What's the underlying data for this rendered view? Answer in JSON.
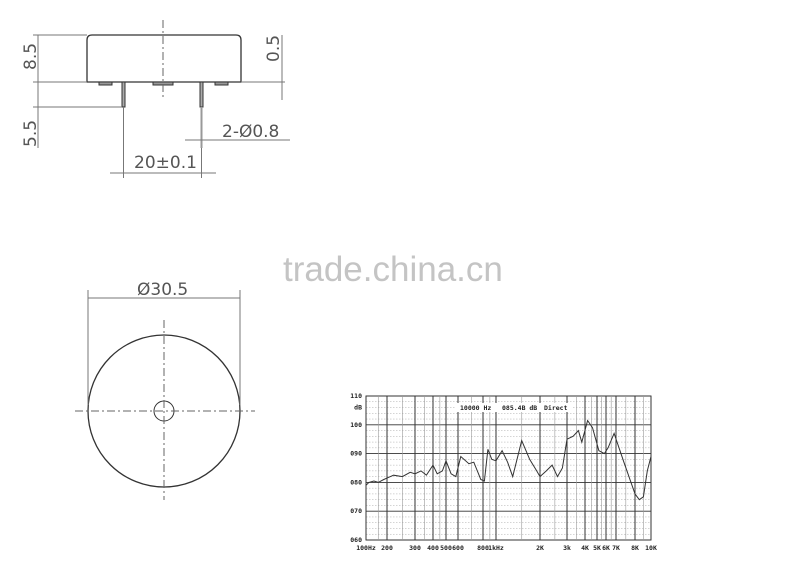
{
  "drawing": {
    "height_label": "8.5",
    "pin_length_label": "5.5",
    "pad_label": "0.5",
    "pin_diameter_label": "2-Ø0.8",
    "pin_pitch_label": "20±0.1",
    "diameter_label": "Ø30.5"
  },
  "watermark": "trade.china.cn",
  "chart_data": {
    "type": "line",
    "header": {
      "freq": "10000 Hz",
      "level": "085.4B dB",
      "mode": "Direct"
    },
    "ylabel": "dB",
    "ylim": [
      60,
      110
    ],
    "y_ticks": [
      "060",
      "070",
      "080",
      "090",
      "100",
      "110"
    ],
    "x_scale": "log",
    "xlim": [
      100,
      10000
    ],
    "x_ticks": [
      {
        "value": 100,
        "label": "100Hz"
      },
      {
        "value": 200,
        "label": "200"
      },
      {
        "value": 300,
        "label": "300"
      },
      {
        "value": 400,
        "label": "400"
      },
      {
        "value": 500,
        "label": "500"
      },
      {
        "value": 600,
        "label": "600"
      },
      {
        "value": 800,
        "label": "800"
      },
      {
        "value": 1000,
        "label": "1kHz"
      },
      {
        "value": 2000,
        "label": "2K"
      },
      {
        "value": 3000,
        "label": "3k"
      },
      {
        "value": 4000,
        "label": "4K"
      },
      {
        "value": 5000,
        "label": "5K"
      },
      {
        "value": 6000,
        "label": "6K"
      },
      {
        "value": 7000,
        "label": "7K"
      },
      {
        "value": 8000,
        "label": "8K"
      },
      {
        "value": 10000,
        "label": "10K"
      }
    ],
    "grid": true,
    "series": [
      {
        "x": [
          100,
          110,
          130,
          150,
          180,
          200,
          220,
          250,
          280,
          300,
          330,
          360,
          400,
          430,
          470,
          500,
          540,
          580,
          620,
          680,
          720,
          780,
          820,
          870,
          930,
          1000,
          1100,
          1200,
          1300,
          1500,
          1700,
          1900,
          2000,
          2200,
          2400,
          2600,
          2800,
          3000,
          3300,
          3600,
          3800,
          4200,
          4600,
          5200,
          5800,
          6200,
          6800,
          7400,
          8000,
          8500,
          9000,
          9500,
          10000
        ],
        "y": [
          79,
          80,
          80.5,
          80,
          81,
          81.5,
          82.5,
          82,
          83.5,
          83,
          84,
          82.5,
          86,
          83,
          84,
          87.5,
          83,
          82,
          89,
          86.5,
          87,
          81,
          80.5,
          91.5,
          88,
          87.5,
          91,
          87,
          82,
          94.5,
          88,
          84,
          82,
          84,
          86,
          82,
          85,
          95,
          96,
          98,
          94,
          101.5,
          99,
          91,
          90,
          92,
          97,
          87,
          76,
          74,
          75,
          84,
          89
        ]
      }
    ]
  }
}
